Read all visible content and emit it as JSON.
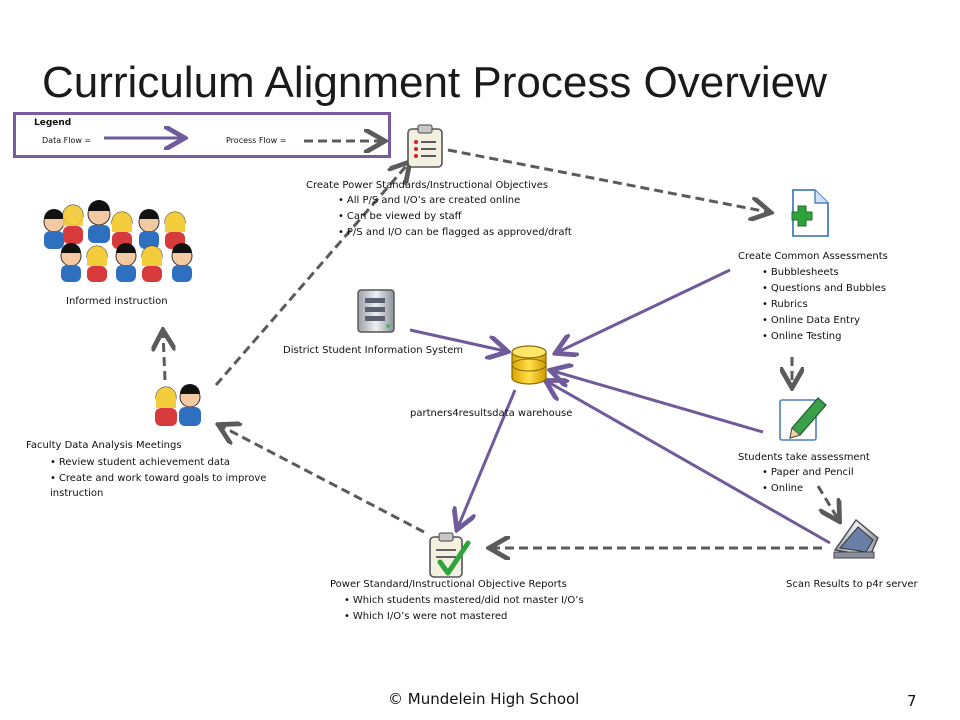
{
  "title": "Curriculum Alignment Process Overview",
  "legend": {
    "title": "Legend",
    "data_flow_label": "Data Flow  =",
    "process_flow_label": "Process Flow ="
  },
  "nodes": {
    "power_standards": {
      "label": "Create Power Standards/Instructional Objectives",
      "bullets": [
        "All P/S and I/O’s are created online",
        "Can be viewed by staff",
        "P/S and I/O can be flagged as approved/draft"
      ],
      "icon": "clipboard-icon"
    },
    "common_assessments": {
      "label": "Create Common Assessments",
      "bullets": [
        "Bubblesheets",
        "Questions and Bubbles",
        "Rubrics",
        "Online Data Entry",
        "Online Testing"
      ],
      "icon": "new-document-icon"
    },
    "informed_instruction": {
      "label": "Informed instruction",
      "icon": "people-group-icon"
    },
    "district_sis": {
      "label": "District Student Information System",
      "icon": "server-icon"
    },
    "warehouse": {
      "label": "partners4resultsdata warehouse",
      "icon": "database-icon"
    },
    "students_take": {
      "label": "Students take assessment",
      "bullets": [
        "Paper and Pencil",
        "Online"
      ],
      "icon": "pencil-document-icon"
    },
    "faculty_meetings": {
      "label": "Faculty Data Analysis Meetings",
      "bullets": [
        "Review student  achievement data",
        "Create and work toward goals to improve",
        "instruction"
      ],
      "icon": "two-people-icon"
    },
    "reports": {
      "label": "Power Standard/Instructional Objective Reports",
      "bullets": [
        "Which students mastered/did not master I/O’s",
        "Which I/O’s were not mastered"
      ],
      "icon": "clipboard-check-icon"
    },
    "scan": {
      "label": "Scan Results to p4r server",
      "icon": "scanner-icon"
    }
  },
  "footer": {
    "copyright": "© Mundelein High School",
    "page_number": "7"
  },
  "colors": {
    "data_flow": "#6f5b9a",
    "process_flow": "#5b5b5b",
    "legend_border": "#7a5aa0"
  }
}
